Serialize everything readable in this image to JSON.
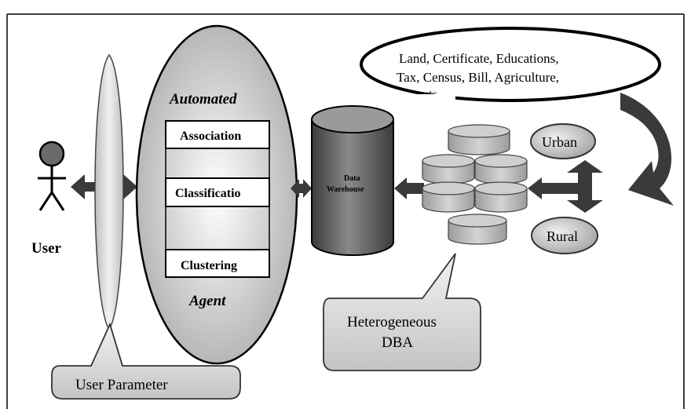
{
  "user": {
    "label": "User"
  },
  "agent": {
    "title_top": "Automated",
    "title_bottom": "Agent",
    "methods": [
      "Association",
      "Classificatio",
      "Clustering"
    ]
  },
  "warehouse": {
    "line1": "Data",
    "line2": "Warehouse"
  },
  "sources": {
    "line1": "Land, Certificate, Educations,",
    "line2": "Tax, Census, Bill, Agriculture,",
    "line3": "etc"
  },
  "locations": {
    "urban": "Urban",
    "rural": "Rural"
  },
  "callouts": {
    "hetero_line1": "Heterogeneous",
    "hetero_line2": "DBA",
    "user_param": "User Parameter"
  },
  "colors": {
    "arrow": "#3a3a3a",
    "lens_fill": "#c9c9c9",
    "cylinder_dark": "#5f5f5f",
    "db_fill": "#b5b5b5",
    "callout_fill": "#d8d8d8"
  }
}
